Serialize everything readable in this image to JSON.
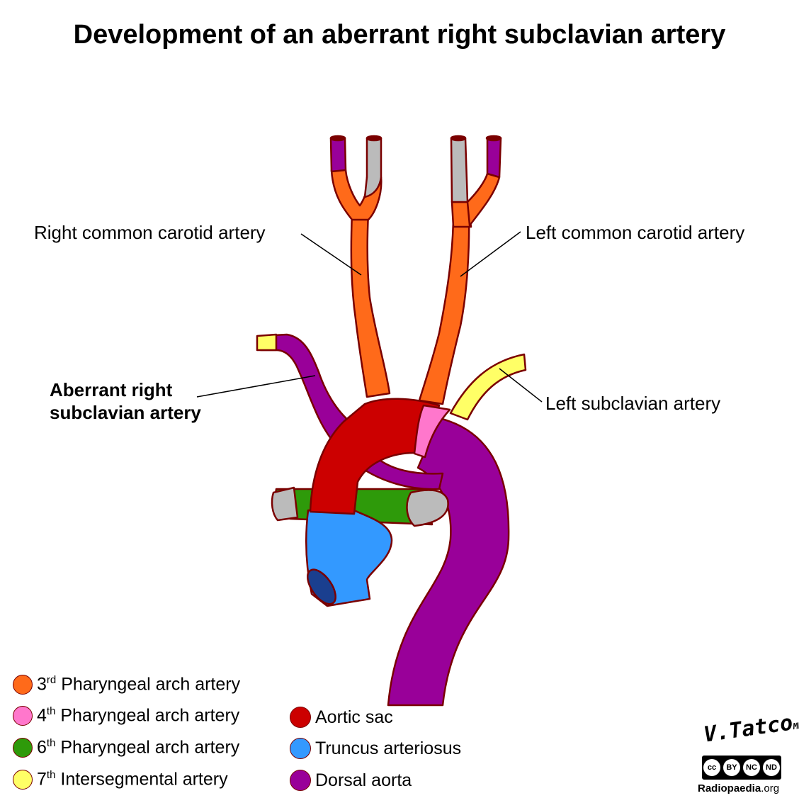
{
  "title": "Development of an aberrant right subclavian artery",
  "labels": {
    "right_common_carotid": "Right common carotid artery",
    "left_common_carotid": "Left common carotid artery",
    "aberrant_line1": "Aberrant right",
    "aberrant_line2": "subclavian artery",
    "left_subclavian": "Left subclavian artery"
  },
  "legend": {
    "left": [
      {
        "ord": "3",
        "sup": "rd",
        "text": "Pharyngeal arch artery",
        "color": "#ff6a1a"
      },
      {
        "ord": "4",
        "sup": "th",
        "text": "Pharyngeal arch artery",
        "color": "#ff77cc"
      },
      {
        "ord": "6",
        "sup": "th",
        "text": "Pharyngeal arch artery",
        "color": "#2e9a0a"
      },
      {
        "ord": "7",
        "sup": "th",
        "text": "Intersegmental artery",
        "color": "#ffff66"
      }
    ],
    "right": [
      {
        "text": "Aortic sac",
        "color": "#cc0000"
      },
      {
        "text": "Truncus arteriosus",
        "color": "#3399ff"
      },
      {
        "text": "Dorsal aorta",
        "color": "#990099"
      }
    ]
  },
  "credit": {
    "signature": "V.Tatco",
    "signature_suffix": "MD",
    "license": [
      "BY",
      "NC",
      "ND"
    ],
    "site_bold": "Radiopaedia",
    "site_tail": ".org"
  },
  "colors": {
    "outline": "#7a0000",
    "gray": "#bbbbbb"
  }
}
